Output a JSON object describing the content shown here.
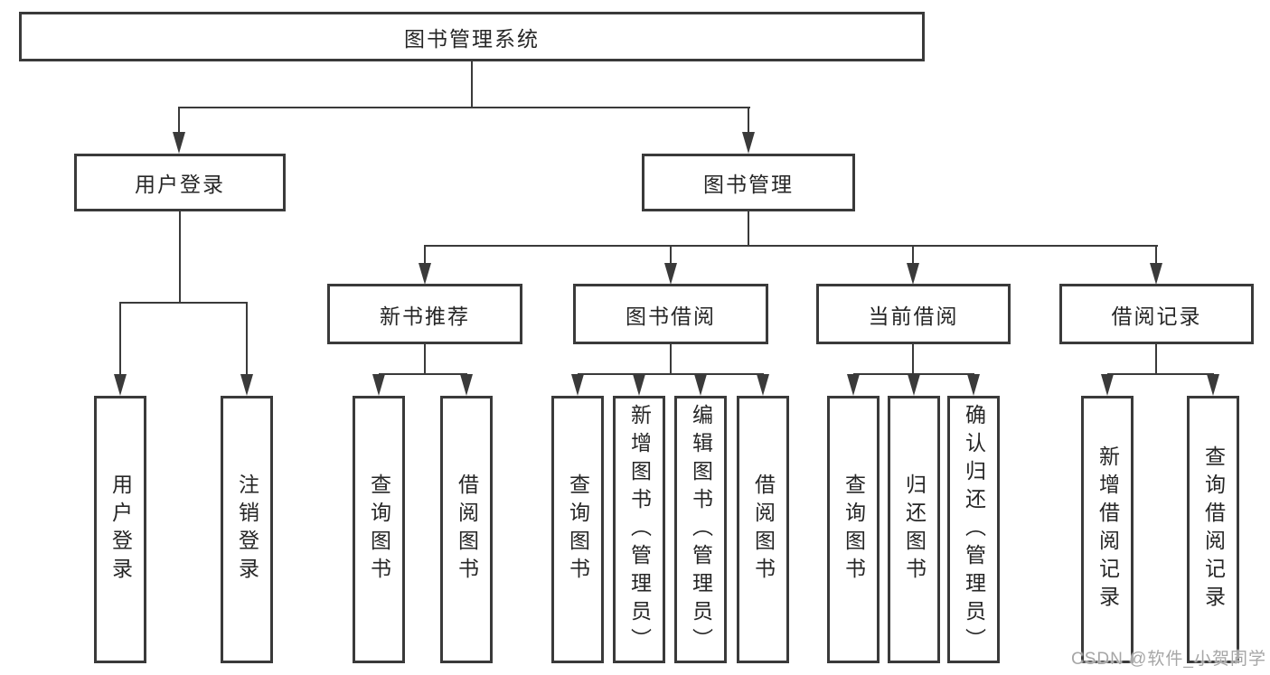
{
  "diagram": {
    "type": "tree",
    "root": {
      "label": "图书管理系统"
    },
    "branches": [
      {
        "label": "用户登录",
        "children": [
          "用户登录",
          "注销登录"
        ]
      },
      {
        "label": "图书管理",
        "groups": [
          {
            "label": "新书推荐",
            "children": [
              "查询图书",
              "借阅图书"
            ]
          },
          {
            "label": "图书借阅",
            "children": [
              "查询图书",
              "新增图书（管理员）",
              "编辑图书（管理员）",
              "借阅图书"
            ]
          },
          {
            "label": "当前借阅",
            "children": [
              "查询图书",
              "归还图书",
              "确认归还（管理员）"
            ]
          },
          {
            "label": "借阅记录",
            "children": [
              "新增借阅记录",
              "查询借阅记录"
            ]
          }
        ]
      }
    ],
    "colors": {
      "line": "#3a3a3a",
      "text": "#262626",
      "box_background": "#ffffff",
      "page_background": "#ffffff"
    }
  },
  "watermark": {
    "text": "CSDN @软件_小贺同学",
    "color": "#a6a6a6"
  }
}
